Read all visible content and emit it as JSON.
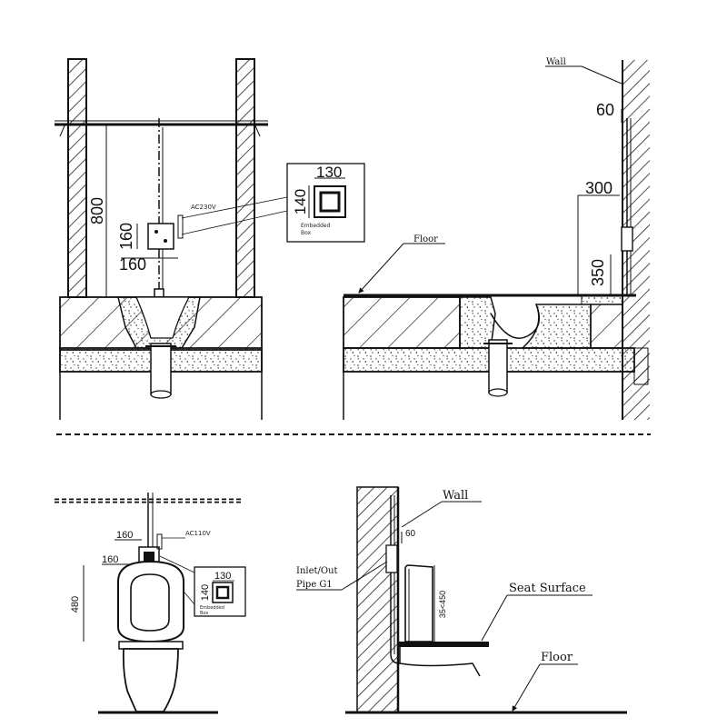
{
  "top_left": {
    "dim_800": "800",
    "dim_160_v": "160",
    "dim_160_h": "160",
    "label_ac": "AC230V",
    "inset": {
      "dim_130": "130",
      "dim_140": "140",
      "caption_1": "Embedded",
      "caption_2": "Box"
    }
  },
  "top_right": {
    "wall_label": "Wall",
    "floor_label": "Floor",
    "dim_60": "60",
    "dim_300": "300",
    "dim_350": "350"
  },
  "bottom_left": {
    "dim_160_a": "160",
    "dim_160_b": "160",
    "label_ac": "AC110V",
    "dim_480": "480",
    "inset": {
      "dim_130": "130",
      "dim_140": "140",
      "caption_1": "Embedded",
      "caption_2": "Box"
    }
  },
  "bottom_right": {
    "wall_label": "Wall",
    "dim_60": "60",
    "inlet_1": "Inlet/Out",
    "inlet_2": "Pipe G1",
    "dim_range": "35<450",
    "seat_label": "Seat Surface",
    "floor_label": "Floor"
  }
}
